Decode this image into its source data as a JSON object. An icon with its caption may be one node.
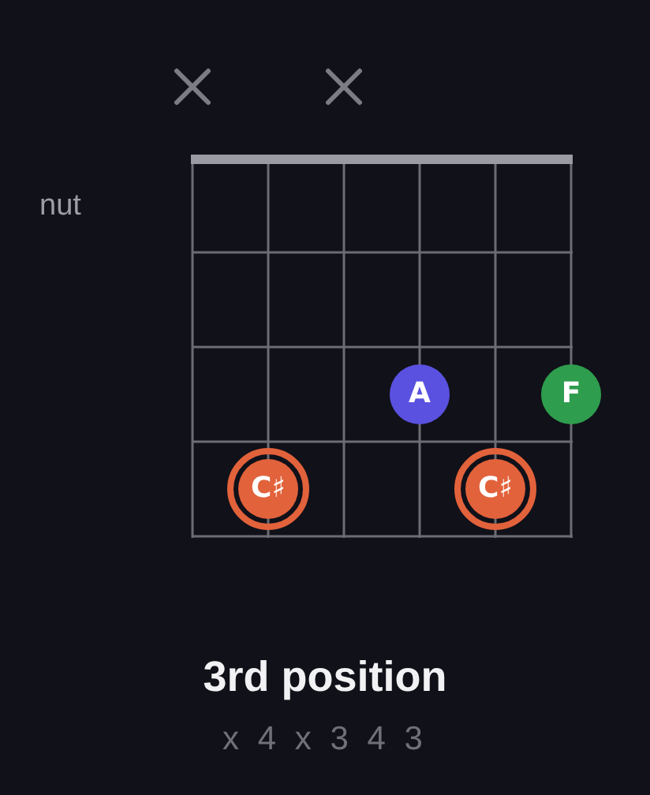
{
  "diagram": {
    "title": "3rd position",
    "nodes": [
      {
        "text": [
          "A"
        ]
      },
      {
        "text": [
          "F"
        ]
      },
      {
        "text": [
          "C♯"
        ]
      },
      {
        "text": [
          "C♯"
        ]
      }
    ],
    "labels": [
      "nut",
      "x 4 x 3 4 3"
    ]
  }
}
